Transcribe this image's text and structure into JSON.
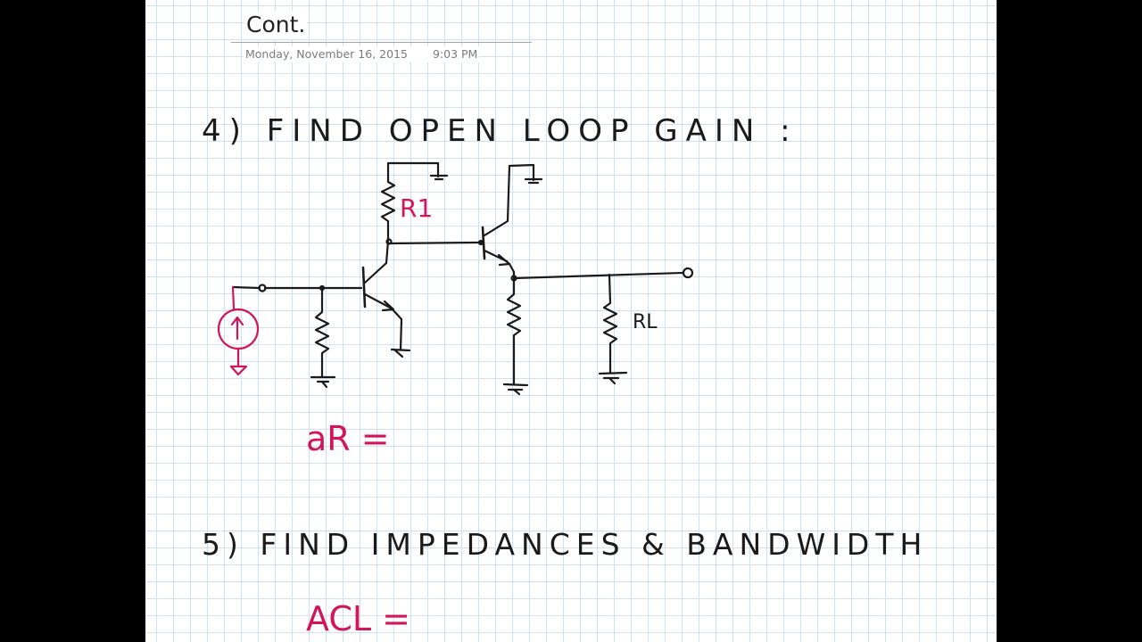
{
  "page": {
    "title": "Cont.",
    "date": "Monday, November 16, 2015",
    "time": "9:03 PM"
  },
  "notes": {
    "step4": "4) FIND OPEN LOOP GAIN :",
    "step5": "5) FIND IMPEDANCES & BANDWIDTH",
    "resistor1": "R1",
    "resistor_load": "RL",
    "open_loop_gain": "aR =",
    "closed_loop_gain": "ACL ="
  },
  "colors": {
    "ink": "#1a1a1a",
    "red_ink": "#d4145a",
    "grid": "#cfe1f1"
  }
}
